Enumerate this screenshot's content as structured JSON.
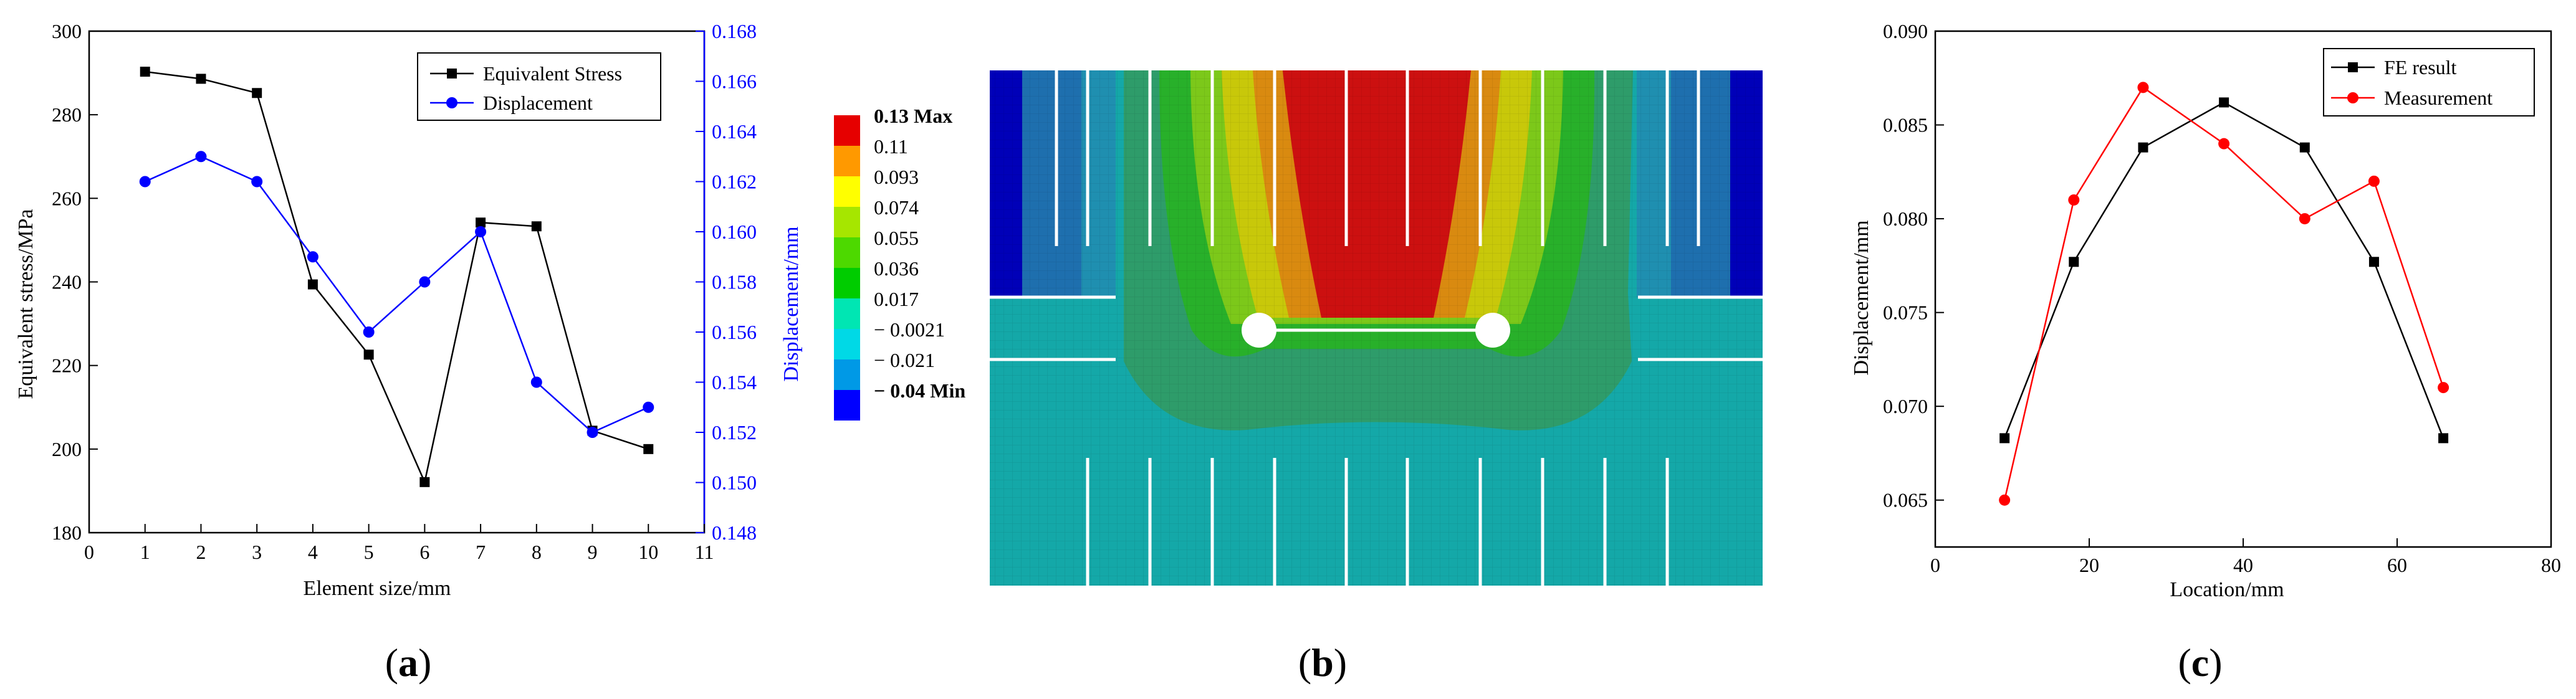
{
  "panels": {
    "a": {
      "label_open": "(",
      "label_letter": "a",
      "label_close": ")"
    },
    "b": {
      "label_open": "(",
      "label_letter": "b",
      "label_close": ")"
    },
    "c": {
      "label_open": "(",
      "label_letter": "c",
      "label_close": ")"
    }
  },
  "chart_data": [
    {
      "panel": "a",
      "type": "line",
      "xlabel": "Element size/mm",
      "ylabel": "Equivalent stress/MPa",
      "y2label": "Displacement/mm",
      "xlim": [
        0,
        11
      ],
      "ylim": [
        180,
        300
      ],
      "y2lim": [
        0.148,
        0.168
      ],
      "xticks": [
        "0",
        "1",
        "2",
        "3",
        "4",
        "5",
        "6",
        "7",
        "8",
        "9",
        "10",
        "11"
      ],
      "yticks": [
        "180",
        "200",
        "220",
        "240",
        "260",
        "280",
        "300"
      ],
      "y2ticks": [
        "0.148",
        "0.150",
        "0.152",
        "0.154",
        "0.156",
        "0.158",
        "0.160",
        "0.162",
        "0.164",
        "0.166",
        "0.168"
      ],
      "legend_position": "top-right",
      "grid": false,
      "series": [
        {
          "name": "Equivalent Stress",
          "axis": "left",
          "color": "#000000",
          "marker": "square",
          "x": [
            1,
            2,
            3,
            4,
            5,
            6,
            7,
            8,
            9,
            10
          ],
          "y": [
            290.3,
            288.6,
            285.2,
            239.4,
            222.6,
            192.1,
            254.2,
            253.3,
            204.4,
            200.0
          ]
        },
        {
          "name": "Displacement",
          "axis": "right",
          "color": "#0000ff",
          "marker": "circle",
          "x": [
            1,
            2,
            3,
            4,
            5,
            6,
            7,
            8,
            9,
            10
          ],
          "y": [
            0.162,
            0.163,
            0.162,
            0.159,
            0.156,
            0.158,
            0.16,
            0.154,
            0.152,
            0.153
          ]
        }
      ]
    },
    {
      "panel": "c",
      "type": "line",
      "xlabel": "Location/mm",
      "ylabel": "Displacement/mm",
      "xlim": [
        0,
        80
      ],
      "ylim": [
        0.0625,
        0.09
      ],
      "xticks": [
        "0",
        "20",
        "40",
        "60",
        "80"
      ],
      "yticks": [
        "0.065",
        "0.070",
        "0.075",
        "0.080",
        "0.085",
        "0.090"
      ],
      "legend_position": "top-right",
      "grid": false,
      "series": [
        {
          "name": "FE result",
          "color": "#000000",
          "marker": "square",
          "x": [
            9,
            18,
            27,
            37.5,
            48,
            57,
            66
          ],
          "y": [
            0.0683,
            0.0777,
            0.0838,
            0.0862,
            0.0838,
            0.0777,
            0.0683
          ]
        },
        {
          "name": "Measurement",
          "color": "#ff0000",
          "marker": "circle",
          "x": [
            9,
            18,
            27,
            37.5,
            48,
            57,
            66
          ],
          "y": [
            0.065,
            0.081,
            0.087,
            0.084,
            0.08,
            0.082,
            0.071
          ]
        }
      ]
    }
  ],
  "contour": {
    "panel": "b",
    "legend": [
      {
        "label": "0.13 Max",
        "color": "#e60000",
        "bold": true
      },
      {
        "label": "0.11",
        "color": "#ff9900",
        "bold": false
      },
      {
        "label": "0.093",
        "color": "#ffff00",
        "bold": false
      },
      {
        "label": "0.074",
        "color": "#a6e600",
        "bold": false
      },
      {
        "label": "0.055",
        "color": "#4dd900",
        "bold": false
      },
      {
        "label": "0.036",
        "color": "#00cc00",
        "bold": false
      },
      {
        "label": "0.017",
        "color": "#00e6b3",
        "bold": false
      },
      {
        "label": "− 0.0021",
        "color": "#00d9e6",
        "bold": false
      },
      {
        "label": "− 0.021",
        "color": "#0099e6",
        "bold": false
      },
      {
        "label": "− 0.04 Min",
        "color": "#0000ff",
        "bold": true
      }
    ]
  }
}
